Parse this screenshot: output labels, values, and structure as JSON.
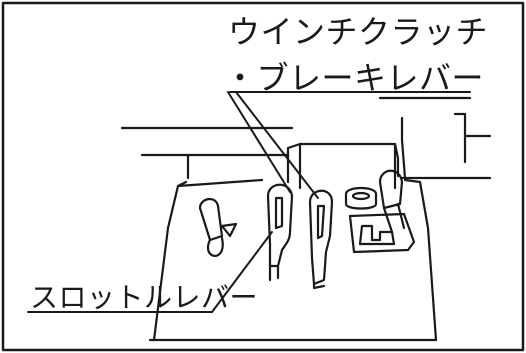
{
  "labels": {
    "winch_line1": "ウインチクラッチ",
    "winch_line2": "・ブレーキレバー",
    "throttle": "スロットルレバー"
  },
  "colors": {
    "ink": "#1a1a1a",
    "background": "#ffffff"
  }
}
